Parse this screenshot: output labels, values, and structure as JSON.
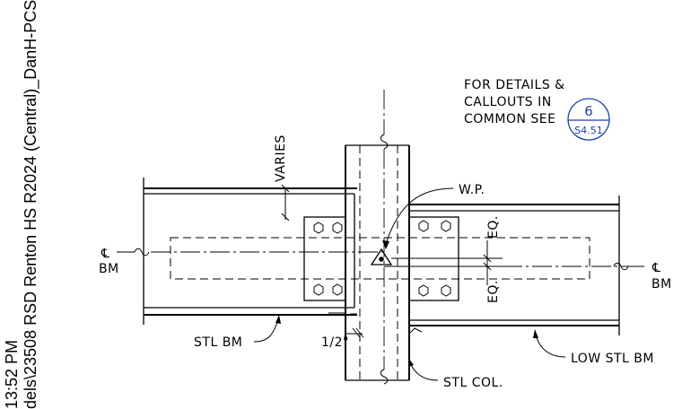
{
  "side_text": {
    "line1": "13:52 PM",
    "line2": "dels\\23508 RSD Renton HS R2024 (Central)_DanH-PCS.rvt"
  },
  "note": {
    "line1": "FOR DETAILS &",
    "line2": "CALLOUTS IN",
    "line3": "COMMON SEE"
  },
  "callout": {
    "number": "6",
    "sheet": "S4.51"
  },
  "labels": {
    "varies": "VARIES",
    "wp": "W.P.",
    "eq_top": "EQ.",
    "eq_bottom": "EQ.",
    "cl_symbol": "℄",
    "bm": "BM",
    "stl_bm": "STL BM",
    "half_inch": "1/2\"",
    "stl_col": "STL COL.",
    "low_stl_bm": "LOW STL BM"
  }
}
